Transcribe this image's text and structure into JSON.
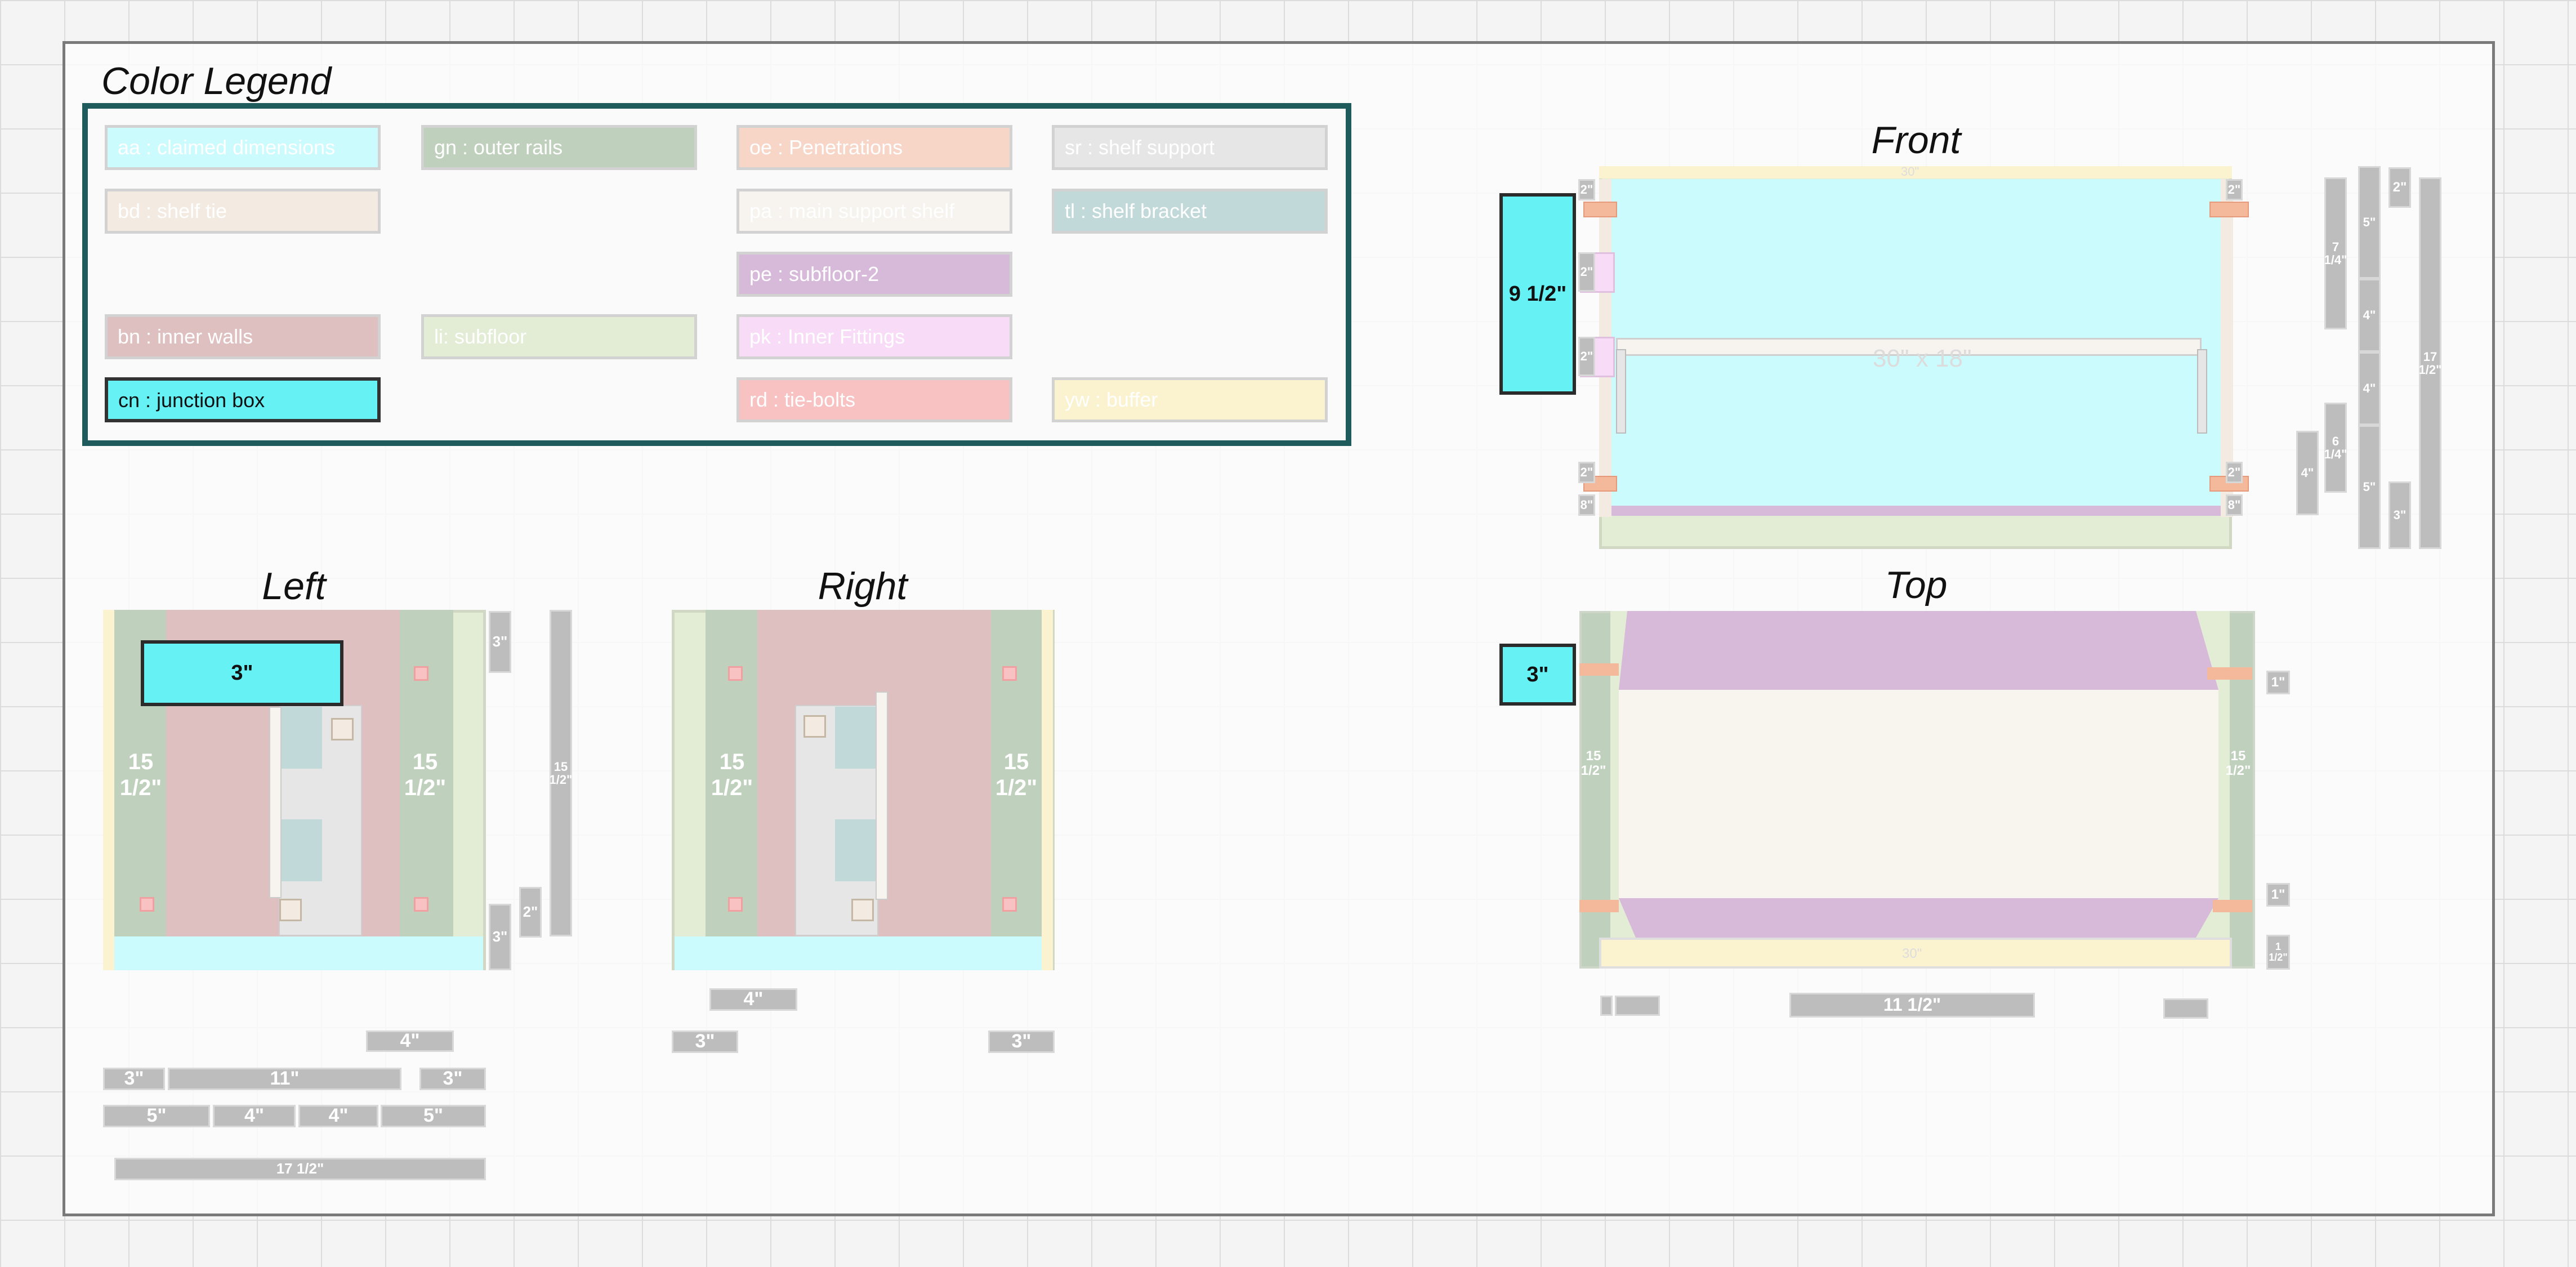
{
  "legend": {
    "title": "Color Legend",
    "items": [
      {
        "code": "aa : claimed dimensions",
        "color": "#ccfbfd",
        "active": false
      },
      {
        "code": "gn : outer rails",
        "color": "#bfd0bc",
        "active": false
      },
      {
        "code": "oe : Penetrations",
        "color": "#f7d6c8",
        "active": false
      },
      {
        "code": "sr : shelf support",
        "color": "#e6e6e6",
        "active": false
      },
      {
        "code": "bd : shelf tie",
        "color": "#f3ebe1",
        "active": false
      },
      {
        "code": "pa : main support shelf",
        "color": "#f7f4ef",
        "active": false
      },
      {
        "code": "tl : shelf bracket",
        "color": "#c2d9d9",
        "active": false
      },
      {
        "code": "pe : subfloor-2",
        "color": "#d7b9d9",
        "active": false
      },
      {
        "code": "bn : inner walls",
        "color": "#dfc0c0",
        "active": false
      },
      {
        "code": "li: subfloor",
        "color": "#e3ecd5",
        "active": false
      },
      {
        "code": "pk : Inner Fittings",
        "color": "#f8dcf7",
        "active": false
      },
      {
        "code": "cn : junction box",
        "color": "#66f2f5",
        "active": true
      },
      {
        "code": "rd : tie-bolts",
        "color": "#f8c2c2",
        "active": false
      },
      {
        "code": "yw : buffer",
        "color": "#fbf3cf",
        "active": false
      }
    ]
  },
  "views": {
    "front": {
      "title": "Front",
      "callout": "9 1/2\"",
      "inner_text": "30\" x 18\"",
      "top_dim": "30\""
    },
    "left": {
      "title": "Left",
      "callout": "3\"",
      "wall_label_left": "15 1/2\"",
      "wall_label_right": "15 1/2\""
    },
    "right": {
      "title": "Right",
      "wall_label_left": "15 1/2\"",
      "wall_label_right": "15 1/2\""
    },
    "top": {
      "title": "Top",
      "callout": "3\"",
      "bottom_dim": "30\"",
      "side_dim": "15 1/2\"",
      "width_dim": "11 1/2\""
    }
  },
  "dimensions": {
    "front_side": [
      "2\"",
      "2\"",
      "2\"",
      "2\"",
      "8\"",
      "2\"",
      "8\"",
      "2\""
    ],
    "front_right": [
      "7 1/4\"",
      "5\"",
      "2\"",
      "4\"",
      "4\"",
      "6 1/4\"",
      "4\"",
      "5\"",
      "3\"",
      "17 1/2\""
    ],
    "left_right": [
      "3\"",
      "2\"",
      "3\"",
      "15 1/2\""
    ],
    "left_bottom_row1": [
      "4\""
    ],
    "left_bottom_row2": [
      "3\"",
      "11\"",
      "3\""
    ],
    "left_bottom_row3": [
      "5\"",
      "4\"",
      "4\"",
      "5\""
    ],
    "left_bottom_row4": [
      "17 1/2\""
    ],
    "right_bottom": [
      "4\"",
      "3\"",
      "3\""
    ],
    "top_right": [
      "1\"",
      "1\"",
      "1 1/2\""
    ]
  },
  "colors": {
    "frame_border": "#7a7a7a",
    "legend_border": "#1f5a5c",
    "junction_box": "#66f2f5",
    "inner_walls": "#dfc0c0",
    "outer_rails": "#bfd0bc",
    "subfloor": "#e3ecd5",
    "dimension": "#bdbdbd"
  }
}
